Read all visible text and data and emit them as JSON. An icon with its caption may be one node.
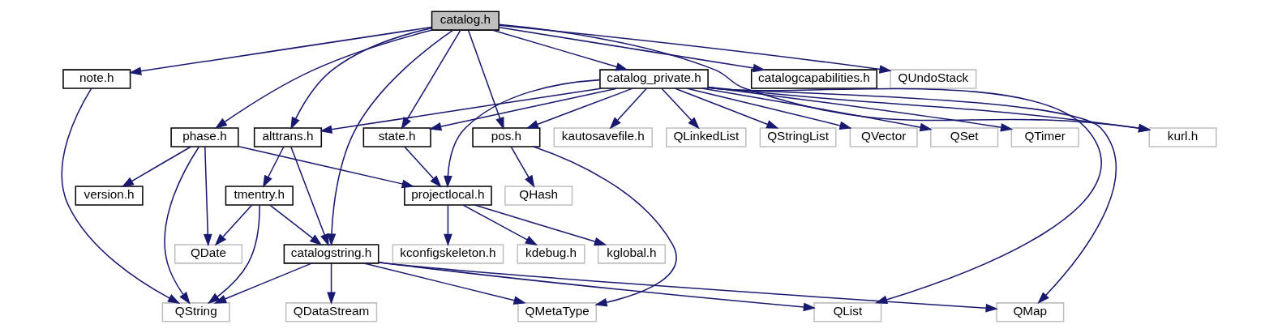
{
  "diagram": {
    "nodes": [
      {
        "text": [
          "catalog.h"
        ]
      },
      {
        "text": [
          "note.h"
        ]
      },
      {
        "text": [
          "catalogcapabilities.h"
        ]
      },
      {
        "text": [
          "catalog_private.h"
        ]
      },
      {
        "text": [
          "QUndoStack"
        ]
      },
      {
        "text": [
          "phase.h"
        ]
      },
      {
        "text": [
          "state.h"
        ]
      },
      {
        "text": [
          "pos.h"
        ]
      },
      {
        "text": [
          "alttrans.h"
        ]
      },
      {
        "text": [
          "kautosavefile.h"
        ]
      },
      {
        "text": [
          "QLinkedList"
        ]
      },
      {
        "text": [
          "QStringList"
        ]
      },
      {
        "text": [
          "QVector"
        ]
      },
      {
        "text": [
          "QSet"
        ]
      },
      {
        "text": [
          "QTimer"
        ]
      },
      {
        "text": [
          "kurl.h"
        ]
      },
      {
        "text": [
          "version.h"
        ]
      },
      {
        "text": [
          "projectlocal.h"
        ]
      },
      {
        "text": [
          "QHash"
        ]
      },
      {
        "text": [
          "tmentry.h"
        ]
      },
      {
        "text": [
          "kconfigskeleton.h"
        ]
      },
      {
        "text": [
          "kdebug.h"
        ]
      },
      {
        "text": [
          "kglobal.h"
        ]
      },
      {
        "text": [
          "QDate"
        ]
      },
      {
        "text": [
          "catalogstring.h"
        ]
      },
      {
        "text": [
          "QString"
        ]
      },
      {
        "text": [
          "QMetaType"
        ]
      },
      {
        "text": [
          "QDataStream"
        ]
      },
      {
        "text": [
          "QList"
        ]
      },
      {
        "text": [
          "QMap"
        ]
      }
    ],
    "edges": [
      {
        "from": 0,
        "to": 1,
        "arrow": "to"
      },
      {
        "from": 0,
        "to": 5,
        "arrow": "to"
      },
      {
        "from": 0,
        "to": 2,
        "arrow": "to"
      },
      {
        "from": 0,
        "to": 6,
        "arrow": "to"
      },
      {
        "from": 0,
        "to": 7,
        "arrow": "to"
      },
      {
        "from": 0,
        "to": 8,
        "arrow": "to"
      },
      {
        "from": 0,
        "to": 24,
        "arrow": "to"
      },
      {
        "from": 0,
        "to": 3,
        "arrow": "to"
      },
      {
        "from": 0,
        "to": 4,
        "arrow": "to"
      },
      {
        "from": 0,
        "to": 15,
        "arrow": "to"
      },
      {
        "from": 1,
        "to": 25,
        "arrow": "to"
      },
      {
        "from": 5,
        "to": 16,
        "arrow": "to"
      },
      {
        "from": 5,
        "to": 17,
        "arrow": "to"
      },
      {
        "from": 5,
        "to": 25,
        "arrow": "to"
      },
      {
        "from": 5,
        "to": 23,
        "arrow": "to"
      },
      {
        "from": 6,
        "to": 17,
        "arrow": "to"
      },
      {
        "from": 3,
        "to": 6,
        "arrow": "to"
      },
      {
        "from": 3,
        "to": 17,
        "arrow": "to"
      },
      {
        "from": 3,
        "to": 7,
        "arrow": "to"
      },
      {
        "from": 3,
        "to": 8,
        "arrow": "to"
      },
      {
        "from": 3,
        "to": 9,
        "arrow": "to"
      },
      {
        "from": 3,
        "to": 10,
        "arrow": "to"
      },
      {
        "from": 3,
        "to": 11,
        "arrow": "to"
      },
      {
        "from": 3,
        "to": 12,
        "arrow": "to"
      },
      {
        "from": 3,
        "to": 13,
        "arrow": "to"
      },
      {
        "from": 3,
        "to": 14,
        "arrow": "to"
      },
      {
        "from": 3,
        "to": 15,
        "arrow": "to"
      },
      {
        "from": 3,
        "to": 28,
        "arrow": "to"
      },
      {
        "from": 3,
        "to": 29,
        "arrow": "to"
      },
      {
        "from": 7,
        "to": 18,
        "arrow": "to"
      },
      {
        "from": 7,
        "to": 26,
        "arrow": "to"
      },
      {
        "from": 8,
        "to": 19,
        "arrow": "to"
      },
      {
        "from": 8,
        "to": 24,
        "arrow": "to"
      },
      {
        "from": 19,
        "to": 23,
        "arrow": "to"
      },
      {
        "from": 19,
        "to": 24,
        "arrow": "to"
      },
      {
        "from": 19,
        "to": 25,
        "arrow": "to"
      },
      {
        "from": 17,
        "to": 20,
        "arrow": "to"
      },
      {
        "from": 17,
        "to": 21,
        "arrow": "to"
      },
      {
        "from": 17,
        "to": 22,
        "arrow": "to"
      },
      {
        "from": 24,
        "to": 25,
        "arrow": "to"
      },
      {
        "from": 24,
        "to": 26,
        "arrow": "to"
      },
      {
        "from": 24,
        "to": 27,
        "arrow": "to"
      },
      {
        "from": 24,
        "to": 28,
        "arrow": "to"
      },
      {
        "from": 24,
        "to": 29,
        "arrow": "to"
      }
    ]
  }
}
